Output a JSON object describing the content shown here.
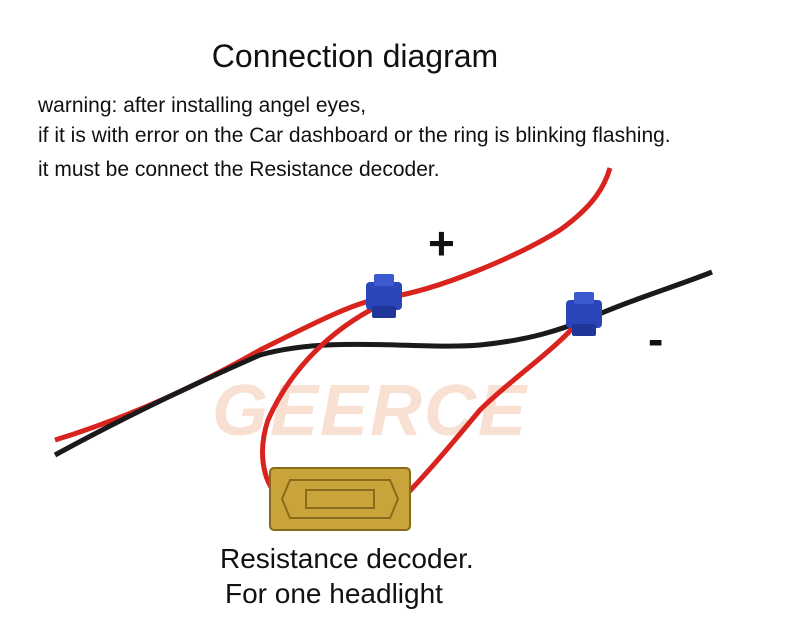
{
  "title": "Connection diagram",
  "warning_lines": [
    "warning: after installing angel eyes,",
    "if it is with error on the Car dashboard or the ring is blinking flashing.",
    "it must be connect the Resistance decoder."
  ],
  "plus_label": "+",
  "minus_label": "-",
  "watermark": "GEERCE",
  "caption_lines": [
    "Resistance decoder.",
    "For one headlight"
  ],
  "colors": {
    "red_wire": "#d8231e",
    "black_wire": "#1a1a1a",
    "connector": "#2a46b8",
    "decoder": "#c9a43a"
  }
}
